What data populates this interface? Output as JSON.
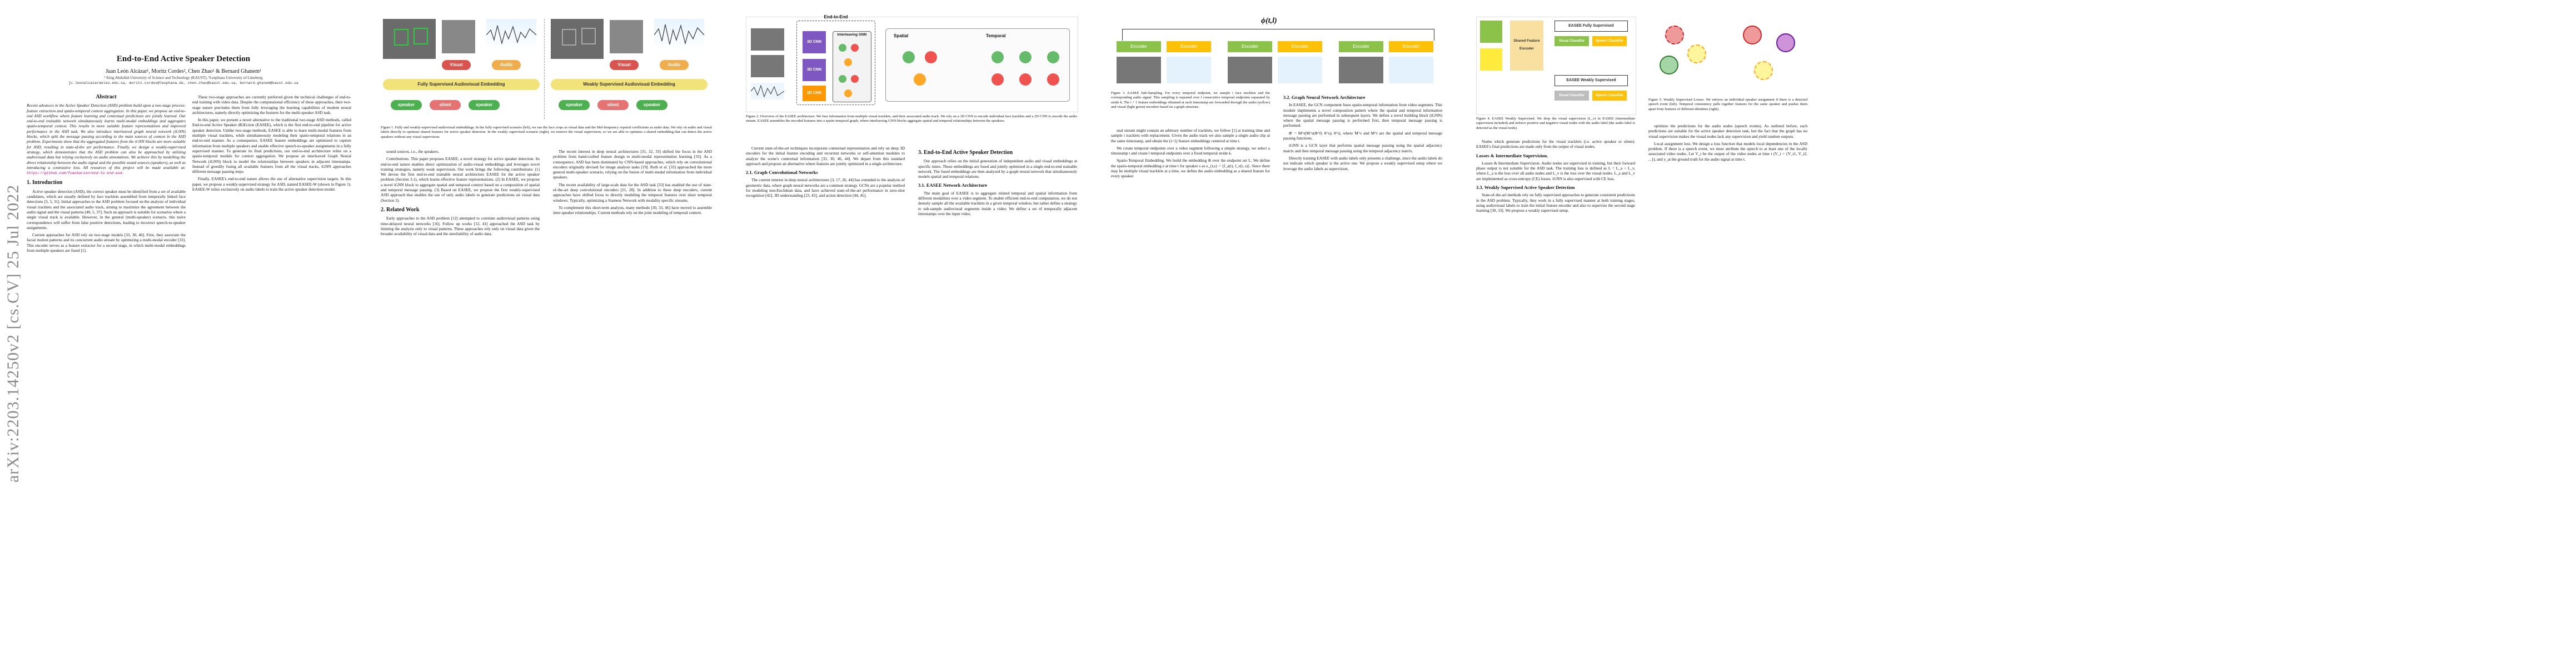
{
  "arxiv_stamp": "arXiv:2203.14250v2  [cs.CV]  25 Jul 2022",
  "title": "End-to-End Active Speaker Detection",
  "authors": "Juan León Alcázar¹, Moritz Cordes², Chen Zhao¹ & Bernard Ghanem¹",
  "affiliation": "¹ King Abdullah University of Science and Technology (KAUST), ²Leuphana University of Lüneburg",
  "emails": "jc.leonalcazardeleo.edu.sa, moritz.cordes@leuphana.de, chen.zhao@kaust.edu.sa, bernard.ghanem@kaust.edu.sa",
  "abstract": {
    "heading": "Abstract",
    "text": "Recent advances in the Active Speaker Detection (ASD) problem build upon a two-stage process: feature extraction and spatio-temporal context aggregation. In this paper, we propose an end-to-end ASD workflow where feature learning and contextual predictions are jointly learned. Our end-to-end trainable network simultaneously learns multi-modal embeddings and aggregates spatio-temporal context. This results in more suitable feature representations and improved performance in the ASD task. We also introduce interleaved graph neural network (iGNN) blocks, which split the message passing according to the main sources of context in the ASD problem. Experiments show that the aggregated features from the iGNN blocks are more suitable for ASD, resulting in state-of-the art performance. Finally, we design a weakly-supervised strategy, which demonstrates that the ASD problem can also be approached by utilizing audiovisual data but relying exclusively on audio annotations. We achieve this by modelling the direct relationship between the audio signal and the possible sound sources (speakers), as well as introducing a contrastive loss. All resources of this project will be made available at:",
    "url": "https://github.com/fuankarion/end-to-end-asd."
  },
  "sections": {
    "intro": "1. Introduction",
    "related": "2. Related Work",
    "gcn": "2.1. Graph Convolutional Networks",
    "e2e": "3. End-to-End Active Speaker Detection",
    "arch": "3.1. EASEE Network Architecture",
    "graph": "3.2. Graph Neural Network Architecture",
    "weak": "3.3. Weakly Supervised Active Speaker Detection",
    "spatio": "Spatio-Temporal Embedding.",
    "losses": "Losses & Intermediate Supervision.",
    "local": "Local assignment loss."
  },
  "paragraphs": {
    "p1c1a": "Active speaker detection (ASD), the correct speaker must be identified from a set of available candidates, which are usually defined by face tracklets assembled from temporally linked face detections [3, 5, 31]. Initial approaches to the ASD problem focused on the analysis of individual visual tracklets and the associated audio track, aiming to maximize the agreement between the audio signal and the visual patterns [40, 5, 37]. Such an approach is suitable for scenarios where a single visual track is available. However, in the general (multi-speaker) scenario, this naive correspondence will suffer from false positive detections, leading to incorrect speech-to-speaker assignments.",
    "p1c1b": "Current approaches for ASD rely on two-stage models [33, 30, 46]. First, they associate the facial motion patterns and its concurrent audio stream by optimizing a multi-modal encoder [33]. This encoder serves as a feature extractor for a second stage, in which multi-modal embeddings from multiple speakers are fused [1].",
    "p1c2a": "These two-stage approaches are currently preferred given the technical challenges of end-to-end training with video data. Despite the computational efficiency of these approaches, their two-stage nature precludes them from fully leveraging the learning capabilities of modern neural architectures, namely directly optimizing the features for the multi-speaker ASD task.",
    "p1c2b": "In this paper, we present a novel alternative to the traditional two-stage ASD methods, called End-to-end Active Speaker dEtEction (EASEE), which is the first end-to-end pipeline for active speaker detection. Unlike two-stage methods, EASEE is able to learn multi-modal features from multiple visual tracklets, while simultaneously modeling their spatio-temporal relations in an end-to-end manner. As a consequence, EASEE feature embeddings are optimized to capture information from multiple speakers and enable effective speech-to-speaker assignments in a fully supervised manner. To generate its final predictions, our end-to-end architecture relies on a spatio-temporal module for context aggregation. We propose an interleaved Graph Neural Network (iGNN) block to model the relationships between speakers in adjacent timestamps. Instead of greedily fusing all available features from all the visual tracks, iGNN approaches different message passing steps.",
    "p1c2c": "Finally, EASEE's end-to-end nature allows the use of alternative supervision targets. In this paper, we propose a weakly-supervised strategy for ASD, named EASEE-W (shown in Figure 1). EASEE-W relies exclusively on audio labels to train the active speaker detection model.",
    "p2c1a": "Figure 1. Fully and weakly-supervised audiovisual embeddings. In the fully supervised scenario (left), we use the face crops as visual data and the Mel-frequency cepstral coefficients as audio data. We rely on audio and visual labels directly to optimize shared features for active speaker detection. In the weakly supervised scenario (right), we remove the visual supervision, so we are able to optimize a shared embedding that can detect the active speakers without any visual supervision.",
    "p2c1b": "sound sources, i.e., the speakers.",
    "p2c1c": "Contributions. This paper proposes EASEE, a novel strategy for active speaker detection. Its end-to-end nature enables direct optimization of audio-visual embeddings and leverages novel training strategies, namely weak supervision. Our work brings the following contributions: (1) We devise the first end-to-end trainable neural architecture EASEE for the active speaker problem (Section 3.1), which learns effective feature representations. (2) In EASEE, we propose a novel iGNN block to aggregate spatial and temporal context based on a composition of spatial and temporal message passing. (3) Based on EASEE, we propose the first weakly-supervised ASD approach that enables the use of only audio labels to generate predictions on visual data (Section 3).",
    "p2c1d": "Early approaches to the ASD problem [12] attempted to correlate audiovisual patterns using time-delayed neural networks [16]. Follow up works [12, 41] approached the ASD task by limiting the analysis only to visual patterns. These approaches rely only on visual data given the broader availability of visual data and the unreliability of audio data.",
    "p2c2a": "The recent interest in deep neural architectures [31, 32, 33] shifted the focus in the ASD problem from hand-crafted feature design to multi-modal representation learning [33]. As a consequence, ASD has been dominated by CNN-based approaches, which rely on convolutional encoders originally devised for image analysis tasks [19]. Roth et al. [33] approached the more general multi-speaker scenario, relying on the fusion of multi-modal information from individual speakers.",
    "p2c2b": "The recent availability of large-scale data for the ASD task [33] has enabled the use of state-of-the-art deep convolutional encoders [21, 28]. In addition to these deep encoders, current approaches have shifted focus to directly modeling the temporal features over short temporal windows. Typically, optimizing a Siamese Network with modality specific streams.",
    "p2c2c": "To complement this short-term analysis, many methods [30, 33, 46] have moved to assemble inter-speaker relationships. Current methods rely on the joint modeling of temporal context.",
    "p3c1a": "Figure 2. Overview of the EASEE architecture. We fuse information from multiple visual tracklets, and their associated audio track. We rely on a 3D CNN to encode individual face tracklets and a 2D CNN to encode the audio stream. EASEE assembles the encoded features into a spatio-temporal graph, where interleaving GNN blocks aggregate spatial and temporal relationships between the speakers.",
    "p3c1b": "Current state-of-the-art techniques incorporate contextual representation and rely on deep 3D encoders for the initial feature encoding and recurrent networks or self-attention modules to analyze the scene's contextual information [33, 30, 46, 44]. We depart from this standard approach and propose an alternative where features are jointly optimized in a single architecture.",
    "p3c1c": "The current interest in deep neural architectures [3, 17, 26, 44] has extended to the analysis of geometric data, where graph neural networks are a common strategy. GCNs are a popular method for modeling non-Euclidean data, and have achieved state-of-the-art performance in zero-shot recognition [42], 3D understanding [23, 43], and action detection [44, 45].",
    "p3c2a": "Our approach relies on the initial generation of independent audio and visual embeddings at specific times. These embeddings are fused and jointly optimized in a single end-to-end trainable network. The fused embeddings are then analyzed by a graph neural network that simultaneously models spatial and temporal relations.",
    "p3c2b": "The main goal of EASEE is to aggregate related temporal and spatial information from different modalities over a video segment. To enable efficient end-to-end computation, we do not densely sample all the available tracklets in a given temporal window, but rather define a strategy to sub-sample audiovisual segments inside a video. We define a set of temporally adjacent timestamps over the input video.",
    "p4c1a": "Figure 3. EASEE Sub-Sampling. For every temporal endpoint, we sample i face tracklets and the corresponding audio signal. This sampling is repeated over l consecutive temporal endpoints separated by stride k. The i + 1 feature embeddings obtained at each timestamp are forwarded through the audio (yellow) and visual (light green) encoders based on a graph structure.",
    "p4c1b": "sual stream might contain an arbitrary number of tracklets, we follow [1] at training time and sample i tracklets with replacement. Given the audio track we also sample a single audio clip at the same timestamp, and obtain the (i+1) feature embeddings centered at time t.",
    "p4c1c": "We create temporal endpoints over a video segment following a simple strategy, we select a timestamp t and create l temporal endpoints over a fixed temporal stride k.",
    "p4c1d": "Spatio-Temporal Embedding. We build the embedding Φ over the endpoint set L. We define the spatio-temporal embedding e at time t for speaker s as e_{t,s} = {f_a(t), f_v(t, s)}. Since there may be multiple visual tracklets at a time, we define the audio embedding as a shared feature for every speaker.",
    "p4c2a": "In EASEE, the GCN component fuses spatio-temporal information from video segments. This module implements a novel composition pattern where the spatial and temporal information message passing are performed in subsequent layers. We define a novel building block (iGNN) where the spatial message passing is performed first, then temporal message passing is performed.",
    "p4c2b": "Φ' = M^t(M^s(Φ^0; θ^s); θ^t), where M^s and M^t are the spatial and temporal message passing functions.",
    "p4c2c": "iGNN is a GCN layer that performs spatial message passing using the spatial adjacency matrix and then temporal message passing using the temporal adjacency matrix.",
    "p4c2d": "Directly training EASEE with audio labels only presents a challenge, since the audio labels do not indicate which speaker is the active one. We propose a weakly supervised setup where we leverage the audio labels as supervision.",
    "p5c1a": "Figure 4. EASEE Weakly Supervised. We drop the visual supervision (L_v) in EASEE (intermediate supervision included) and enforce positive and negative visual nodes with the audio label (the audio label is detected as the visual node).",
    "p5c1b": "Nodes which generate predictions for the visual tracklets (i.e. active speaker or silent). EASEE's final predictions are made only from the output of visual nodes.",
    "p5c1c": "Losses & Intermediate Supervision. Audio nodes are supervised in training, but their forward phase output is not suitable for the ASD task. The training loss is defined as L = L_a + L_v, where L_a is the loss over all audio nodes and L_v is the loss over the visual nodes. L_a and L_v are implemented as cross-entropy (CE) losses. iGNN is also supervised with CE loss.",
    "p5c1d": "State-of-the-art methods rely on fully supervised approaches to generate consistent predictions in the ASD problem. Typically, they work in a fully supervised manner at both training stages, using audiovisual labels to train the initial feature encoder and also to supervise the second stage learning [30, 33]. We propose a weakly supervised setup.",
    "p5c2a": "optimize the predictions for the audio nodes (speech events). As outlined before, such predictions are suitable for the active speaker detection task, but the fact that the graph has no visual supervision makes the visual nodes lack any supervision and yield random outputs.",
    "p5c2b": "Local assignment loss. We design a loss function that models local dependencies in the ASD problem. If there is a speech event, we must attribute the speech to at least one of the locally associated video nodes. Let V_t be the output of the video nodes at time t (V_t = {V_t1, V_t2, ...}), and y_at the ground truth for the audio signal at time t."
  },
  "figure_labels": {
    "fig1_left": "Fully Supervised Audiovisual Embedding",
    "fig1_right": "Weakly Supervised Audiovisual Embedding",
    "visual": "Visual",
    "audio": "Audio",
    "speaker": "speaker",
    "silent": "silent",
    "fig2_title": "End-to-End",
    "fig2_cnn3d": "3D CNN",
    "fig2_cnn2d": "2D CNN",
    "fig2_ignn": "Interleaving GNN",
    "fig2_spatial": "Spatial",
    "fig2_temporal": "Temporal",
    "fig3_phi": "ϕ(t,l)",
    "fig3_encoder": "Encoder",
    "fig4_full": "EASEE Fully Supervised",
    "fig4_weak": "EASEE Weakly Supervised",
    "fig4_shared": "Shared Feature Encoder",
    "fig4_cls": "Visual Classifier",
    "fig4_spk": "Speech Classifier",
    "fig5_caption": "Figure 5. Weakly Supervised Losses. We enforce an individual speaker assignment if there is a detected speech event (left). Temporal consistency pulls together features for the same speaker and pushes them apart from features of different identities (right)."
  },
  "footer_pages": []
}
